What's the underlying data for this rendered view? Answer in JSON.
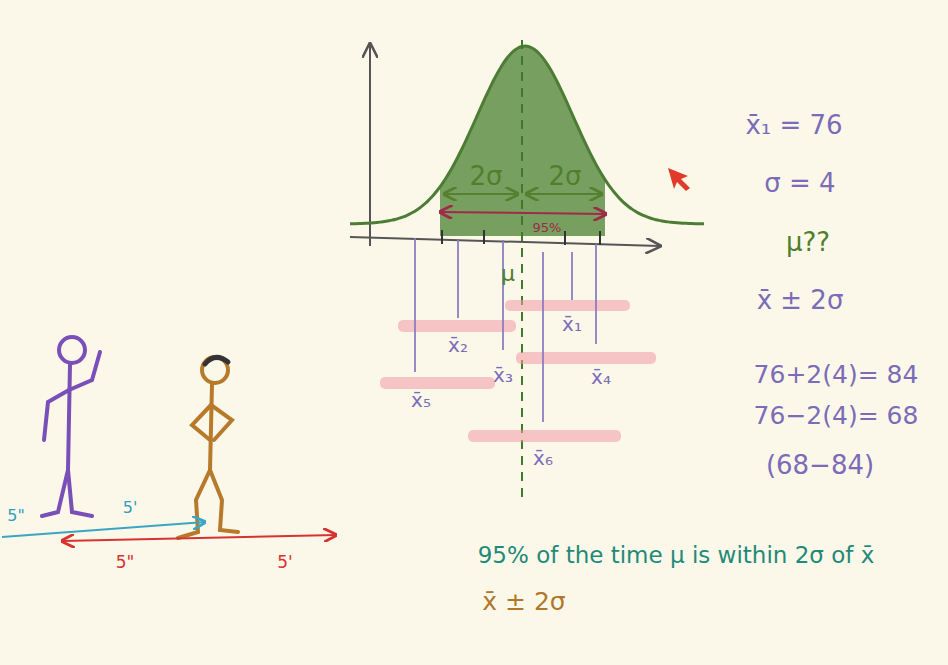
{
  "diagram": {
    "labels": [
      "2σ",
      "2σ",
      "95%",
      "μ",
      "x̄₁",
      "x̄₂",
      "x̄₃",
      "x̄₄",
      "x̄₅",
      "x̄₆",
      "x̄₁ = 76",
      "σ = 4",
      "μ??",
      "x̄ ± 2σ",
      "76+2(4)= 84",
      "76−2(4)= 68",
      "(68−84)",
      "5\"",
      "5'",
      "5\"",
      "5'",
      "95% of the time μ is within 2σ of x̄",
      "x̄ ± 2σ"
    ]
  }
}
